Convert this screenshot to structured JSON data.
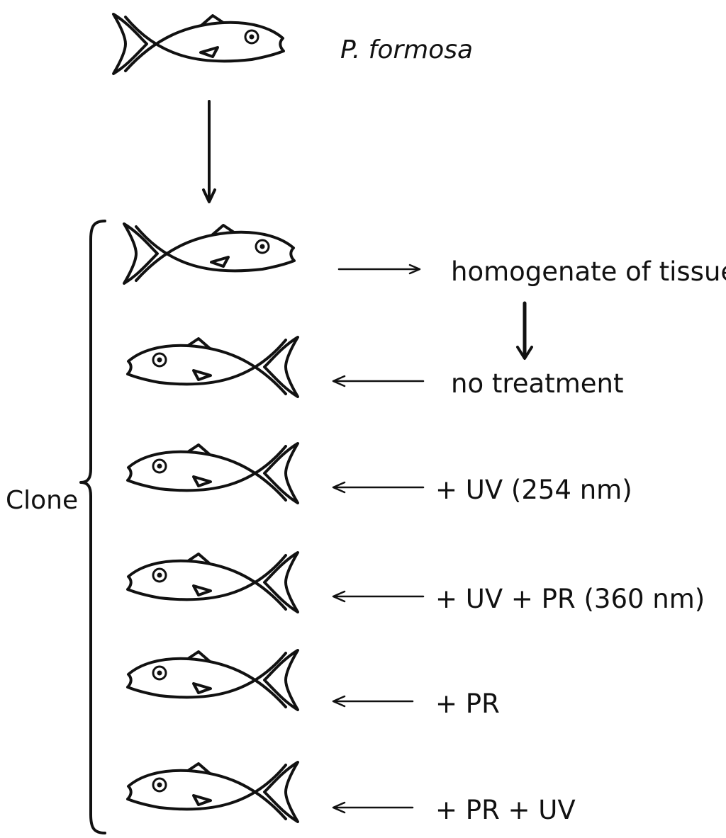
{
  "source_label": "P. formosa",
  "clone_label": "Clone",
  "rows": [
    {
      "label": "homogenate of tissue"
    },
    {
      "label": "no treatment"
    },
    {
      "label": "+ UV (254 nm)"
    },
    {
      "label": "+ UV + PR (360 nm)"
    },
    {
      "label": "+ PR"
    },
    {
      "label": "+ PR + UV"
    }
  ]
}
